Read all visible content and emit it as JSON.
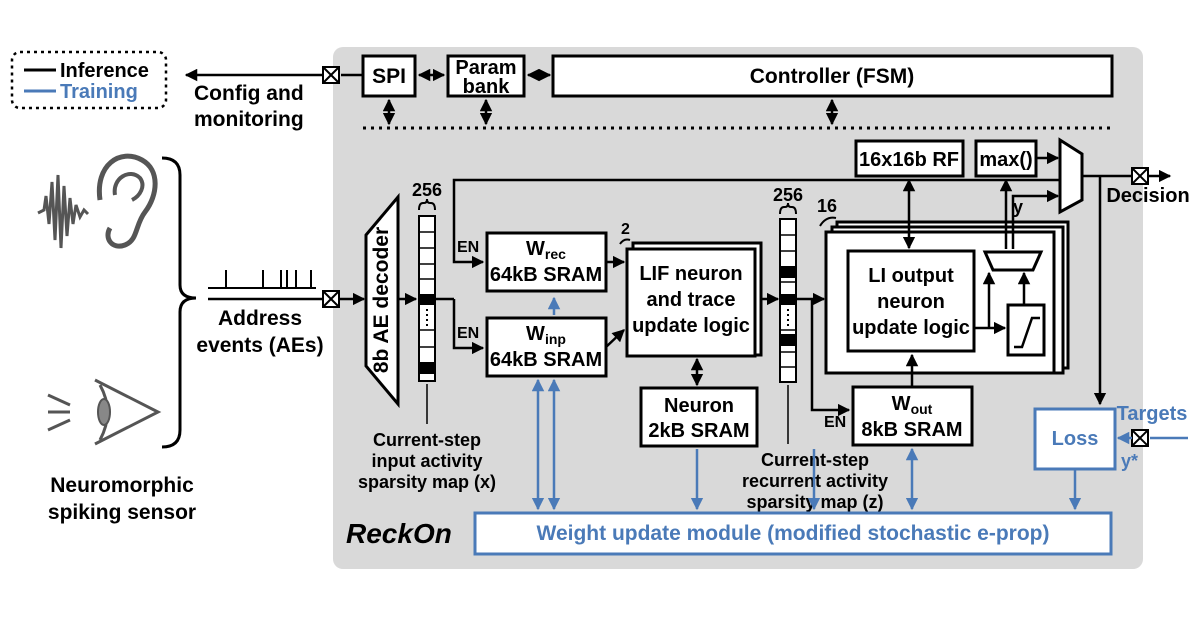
{
  "legend": {
    "inference": "Inference",
    "training": "Training"
  },
  "colors": {
    "inference": "#000000",
    "training": "#4a7ab8",
    "chip_bg": "#d9d9d9"
  },
  "io": {
    "config_line1": "Config and",
    "config_line2": "monitoring",
    "address_line1": "Address",
    "address_line2": "events (AEs)",
    "decision": "Decision",
    "targets": "Targets",
    "y_star": "y*"
  },
  "sensor": {
    "label_line1": "Neuromorphic",
    "label_line2": "spiking sensor",
    "icons": [
      "waveform-icon",
      "ear-icon",
      "eye-icon"
    ]
  },
  "blocks": {
    "spi": "SPI",
    "param_line1": "Param",
    "param_line2": "bank",
    "controller": "Controller (FSM)",
    "decoder": "8b AE decoder",
    "wrec_main": "W",
    "wrec_sub": "rec",
    "wrec_size": "64kB SRAM",
    "winp_main": "W",
    "winp_sub": "inp",
    "winp_size": "64kB SRAM",
    "lif_line1": "LIF neuron",
    "lif_line2": "and trace",
    "lif_line3": "update logic",
    "neuron_line1": "Neuron",
    "neuron_line2": "2kB SRAM",
    "rf": "16x16b RF",
    "max": "max()",
    "li_line1": "LI output",
    "li_line2": "neuron",
    "li_line3": "update logic",
    "wout_main": "W",
    "wout_sub": "out",
    "wout_size": "8kB SRAM",
    "loss": "Loss",
    "weight_update": "Weight update module (modified stochastic e-prop)",
    "chip_name": "ReckOn"
  },
  "labels": {
    "en": "EN",
    "count_256": "256",
    "count_2": "2",
    "count_16": "16",
    "y": "y",
    "x_map_line1": "Current-step",
    "x_map_line2": "input activity",
    "x_map_line3": "sparsity map (x)",
    "z_map_line1": "Current-step",
    "z_map_line2": "recurrent activity",
    "z_map_line3": "sparsity map (z)"
  }
}
